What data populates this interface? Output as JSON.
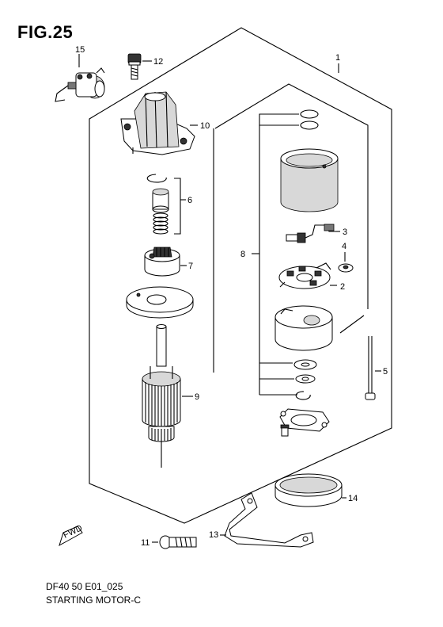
{
  "figure": {
    "title": "FIG.25",
    "model_code": "DF40 50 E01_025",
    "caption": "STARTING MOTOR-C"
  },
  "part_numbers": [
    "1",
    "2",
    "3",
    "4",
    "5",
    "6",
    "7",
    "8",
    "9",
    "10",
    "11",
    "12",
    "13",
    "14",
    "15"
  ],
  "fwd_marker": "FWD"
}
